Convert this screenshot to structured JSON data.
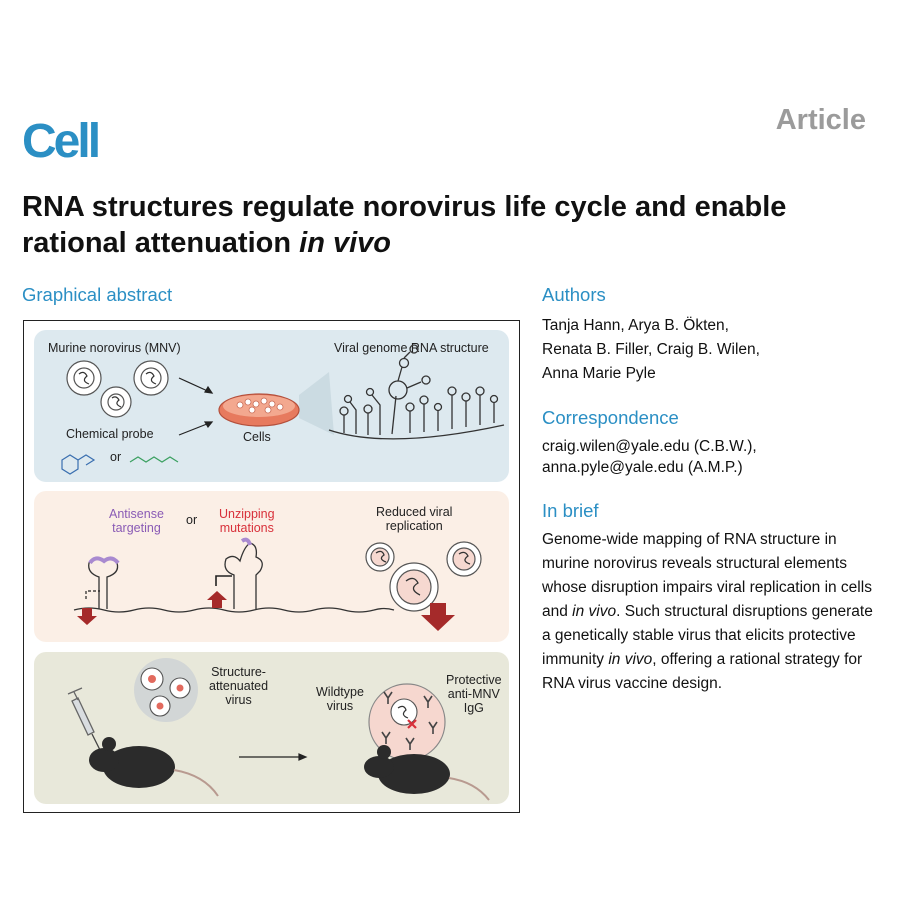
{
  "journal": {
    "logo": "Cell",
    "article_type": "Article"
  },
  "title": {
    "main": "RNA structures regulate norovirus life cycle and enable rational attenuation ",
    "italic": "in vivo"
  },
  "graphical_abstract": {
    "heading": "Graphical abstract",
    "panel1": {
      "virus_label": "Murine norovirus (MNV)",
      "structure_label": "Viral genome RNA structure",
      "probe_label": "Chemical probe",
      "or_label": "or",
      "cells_label": "Cells"
    },
    "panel2": {
      "antisense_label": [
        "Antisense",
        "targeting"
      ],
      "or_label": "or",
      "unzipping_label": [
        "Unzipping",
        "mutations"
      ],
      "reduced_label": [
        "Reduced viral",
        "replication"
      ]
    },
    "panel3": {
      "attenuated_label": [
        "Structure-",
        "attenuated",
        "virus"
      ],
      "wildtype_label": [
        "Wildtype",
        "virus"
      ],
      "protective_label": [
        "Protective",
        "anti-MNV",
        "IgG"
      ]
    },
    "colors": {
      "panel1": "#dde9ef",
      "panel2": "#fbefe6",
      "panel3": "#e8e8da",
      "accent_red": "#c0282f",
      "purple": "#8a5bb5"
    }
  },
  "authors": {
    "heading": "Authors",
    "lines": [
      "Tanja Hann, Arya B. Ökten,",
      "Renata B. Filler, Craig B. Wilen,",
      "Anna Marie Pyle"
    ]
  },
  "correspondence": {
    "heading": "Correspondence",
    "lines": [
      "craig.wilen@yale.edu (C.B.W.),",
      "anna.pyle@yale.edu (A.M.P.)"
    ]
  },
  "in_brief": {
    "heading": "In brief",
    "part1": "Genome-wide mapping of RNA structure in murine norovirus reveals structural elements whose disruption impairs viral replication in cells and ",
    "italic1": "in vivo",
    "part2": ". Such structural disruptions generate a genetically stable virus that elicits protective immunity ",
    "italic2": "in vivo",
    "part3": ", offering a rational strategy for RNA virus vaccine design."
  }
}
